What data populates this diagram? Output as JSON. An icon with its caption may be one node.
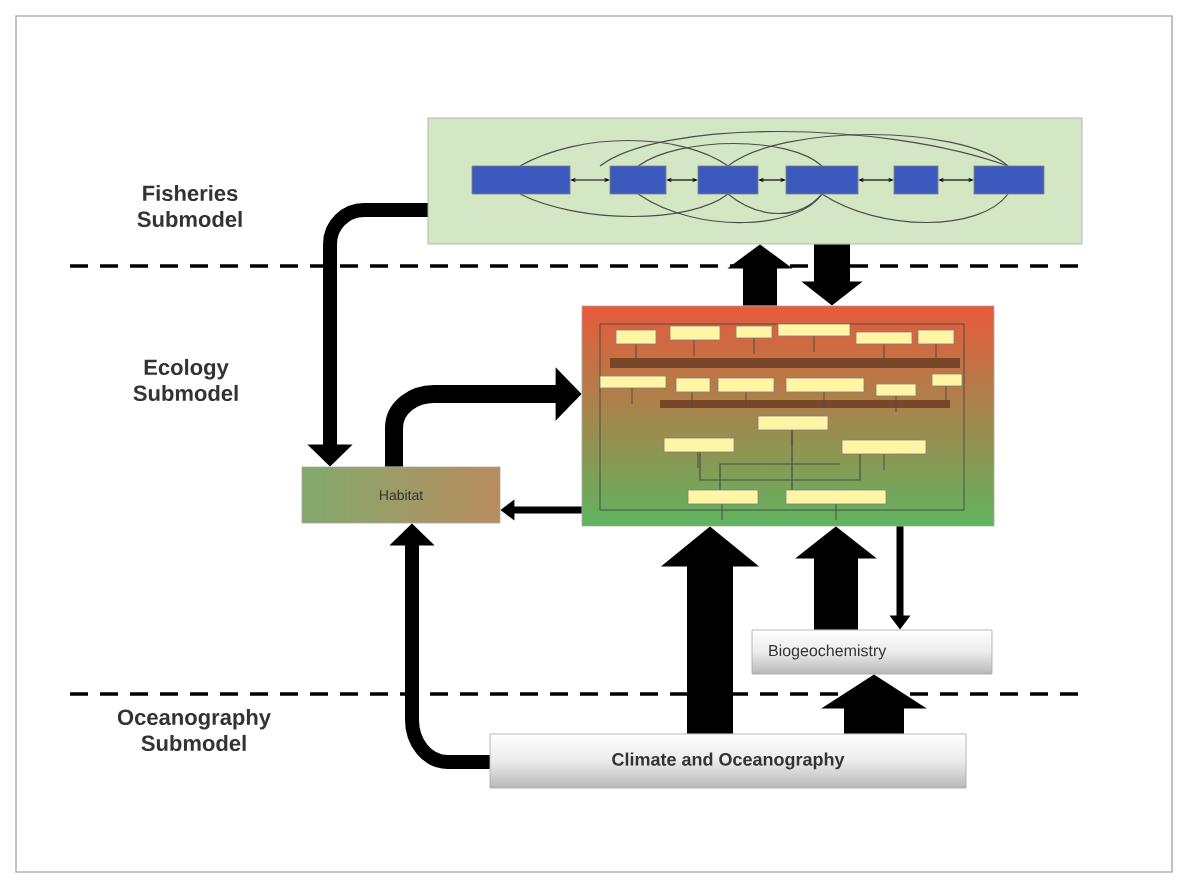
{
  "diagram": {
    "nodes": [
      {
        "text": [],
        "shape": "box"
      },
      {
        "text": [],
        "shape": "box"
      },
      {
        "text": [
          "Habitat"
        ]
      },
      {
        "text": [
          "Biogeochemistry"
        ]
      },
      {
        "text": [
          "Climate and Oceanography"
        ]
      }
    ],
    "edges": [
      {
        "from": 0,
        "to": 2,
        "arrow": "to"
      },
      {
        "from": 2,
        "to": 1,
        "arrow": "to"
      },
      {
        "from": 1,
        "to": 2,
        "arrow": "to"
      },
      {
        "from": 1,
        "to": 0,
        "arrow": "to",
        "style": "thick"
      },
      {
        "from": 0,
        "to": 1,
        "arrow": "to",
        "style": "thick"
      },
      {
        "from": 4,
        "to": 1,
        "arrow": "to",
        "style": "thick"
      },
      {
        "from": 3,
        "to": 1,
        "arrow": "to",
        "style": "thick"
      },
      {
        "from": 1,
        "to": 3,
        "arrow": "to"
      },
      {
        "from": 4,
        "to": 3,
        "arrow": "to",
        "style": "thick"
      },
      {
        "from": 4,
        "to": 2,
        "arrow": "to"
      }
    ],
    "labels": [
      "Fisheries Submodel",
      "Ecology Submodel",
      "Oceanography Submodel"
    ]
  }
}
